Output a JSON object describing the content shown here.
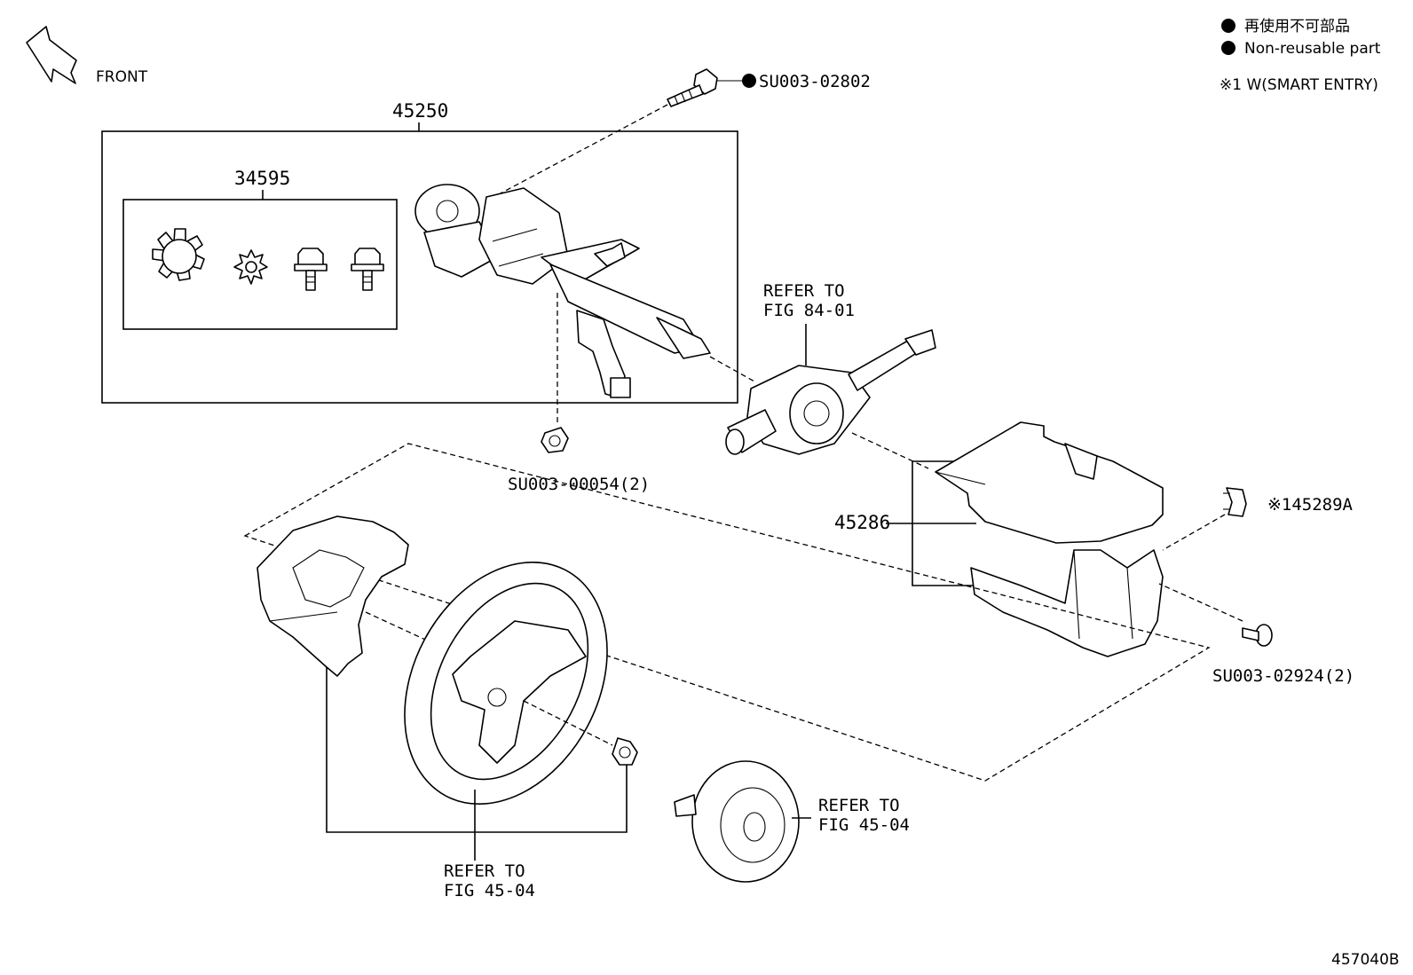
{
  "legend": {
    "jp_label": "再使用不可部品",
    "en_label": "Non-reusable part",
    "note": "※1 W(SMART ENTRY)"
  },
  "front_label": "FRONT",
  "drawing_number": "457040B",
  "parts": {
    "column_assembly": "45250",
    "kit": "34595",
    "column_cover": "45286",
    "smart_entry_part": "※145289A",
    "bolt_top": "SU003-02802",
    "nut_column": "SU003-00054(2)",
    "screw_cover": "SU003-02924(2)"
  },
  "refs": {
    "combo_switch_line1": "REFER TO",
    "combo_switch_line2": "FIG 84-01",
    "airbag_line1": "REFER TO",
    "airbag_line2": "FIG 45-04",
    "wheel_line1": "REFER TO",
    "wheel_line2": "FIG 45-04"
  }
}
